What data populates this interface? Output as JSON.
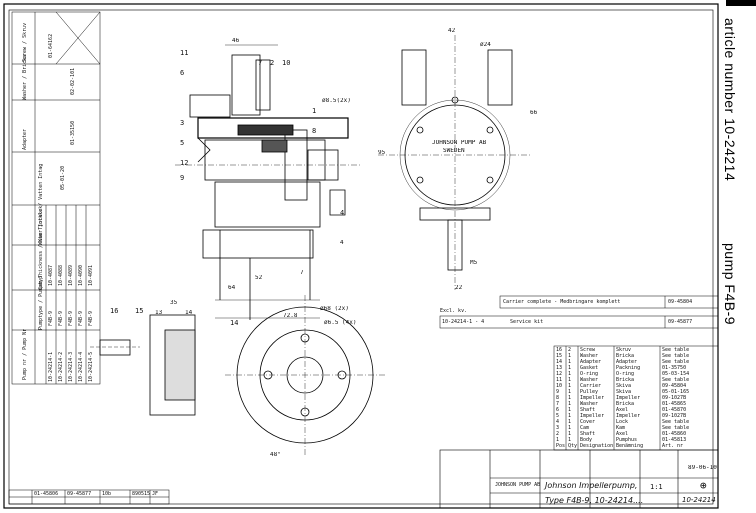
{
  "side_label": {
    "article": "article number 10-24214",
    "pump": "pump F4B-9"
  },
  "pump_plate": {
    "line1": "JOHNSON PUMP AB",
    "line2": "SWEDEN"
  },
  "left_table": {
    "headers": [
      "Pump nr / Pump Nr",
      "Pumptype / Pumptyp",
      "Cam Thickness / Kam Tjocklek",
      "Water Intake / Vatten Intag",
      "Adapter",
      "Washer / Bricka",
      "Screw / Skruv"
    ],
    "rows": [
      [
        "10-24214-1",
        "F4B-9",
        "10-4087",
        "",
        "01-35150",
        "02-02-101",
        "01-64162"
      ],
      [
        "10-24214-2",
        "F4B-9",
        "10-4088",
        "",
        "",
        "",
        ""
      ],
      [
        "10-24214-3",
        "F4B-9",
        "10-4089",
        "",
        "",
        "",
        ""
      ],
      [
        "10-24214-4",
        "F4B-9",
        "10-4090",
        "",
        "",
        "",
        ""
      ],
      [
        "10-24214-5",
        "F4B-9",
        "10-4091",
        "",
        "",
        "",
        ""
      ]
    ],
    "water_note": "05-01-20"
  },
  "bottom_left_block": {
    "cells": [
      "01-45806",
      "09-45877",
      "10b",
      "890515",
      "JF"
    ]
  },
  "callouts": {
    "c1": "1",
    "c2": "2",
    "c3": "3",
    "c4": "4",
    "c5": "5",
    "c6": "6",
    "c7": "7",
    "c8": "8",
    "c9": "9",
    "c10": "10",
    "c11": "11",
    "c12": "12",
    "c14": "14",
    "c15": "15",
    "c16": "16"
  },
  "dims": {
    "d46": "46",
    "d42": "42",
    "d24": "ø24",
    "d52": "52",
    "d64": "64",
    "d7": "7",
    "d22": "22",
    "d35": "35",
    "d13": "13",
    "d14": "14",
    "d728": "72.8",
    "d68": "ø68 (2x)",
    "d65": "ø6.5 (4x)",
    "d48": "48°",
    "d95": "95",
    "d66": "66",
    "d4": "4",
    "m35": "M5",
    "d85": "ø8.5(2x)"
  },
  "notes": {
    "carrier": "Carrier complete - Medbringare komplett",
    "carrier_no": "09-45804",
    "excl": "Excl. kv.",
    "excl_no": "10-24214-1 - 4",
    "service": "Service kit",
    "service_no": "09-45877"
  },
  "parts_list": {
    "rows": [
      [
        "16",
        "2",
        "Screw",
        "Skruv",
        "See table"
      ],
      [
        "15",
        "1",
        "Washer",
        "Bricka",
        "See table"
      ],
      [
        "14",
        "1",
        "Adapter",
        "Adapter",
        "See table"
      ],
      [
        "13",
        "1",
        "Gasket",
        "Packning",
        "01-35750"
      ],
      [
        "12",
        "1",
        "O-ring",
        "O-ring",
        "05-03-154"
      ],
      [
        "11",
        "1",
        "Washer",
        "Bricka",
        "See table"
      ],
      [
        "10",
        "1",
        "Carrier",
        "Skiva",
        "09-45804"
      ],
      [
        "9",
        "1",
        "Pulley",
        "Skiva",
        "05-01-165"
      ],
      [
        "8",
        "1",
        "Impeller",
        "Impeller",
        "09-1027B"
      ],
      [
        "7",
        "1",
        "Washer",
        "Bricka",
        "01-45865"
      ],
      [
        "6",
        "1",
        "Shaft",
        "Axel",
        "01-45870"
      ],
      [
        "5",
        "1",
        "Impeller",
        "Impeller",
        "09-1027B"
      ],
      [
        "4",
        "1",
        "Cover",
        "Lock",
        "See table"
      ],
      [
        "3",
        "1",
        "Cam",
        "Kam",
        "See table"
      ],
      [
        "2",
        "1",
        "Shaft",
        "Axel",
        "01-45860"
      ],
      [
        "1",
        "1",
        "Body",
        "Pumphus",
        "01-45813"
      ]
    ],
    "footer": [
      "Pos",
      "Qty",
      "Designation",
      "Benämning",
      "Art. nr"
    ]
  },
  "title_block": {
    "company": "JOHNSON PUMP AB",
    "title": "Johnson Impellerpump,",
    "type": "Type F4B-9, 10-24214....",
    "scale": "1:1",
    "date": "89-06-10",
    "drawing_no": "10-24214",
    "projection": "⊕"
  }
}
